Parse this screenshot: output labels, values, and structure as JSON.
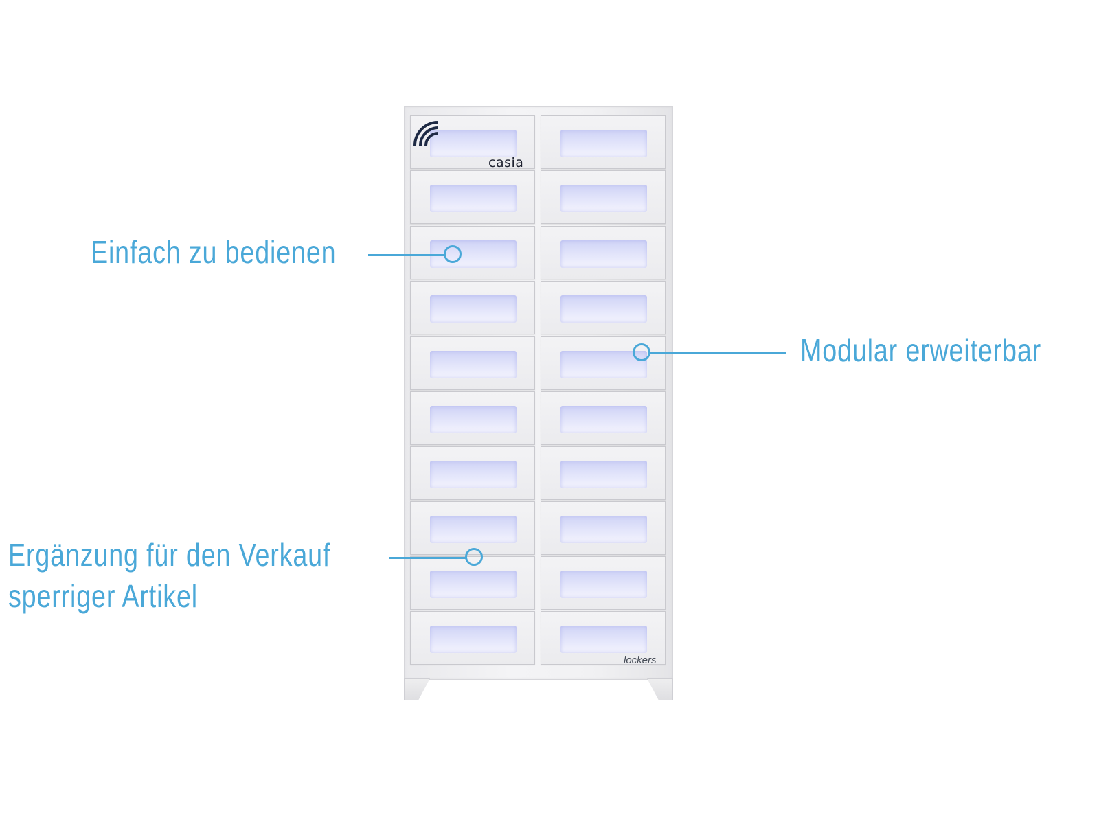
{
  "product": {
    "brand_name": "casia",
    "brand_sub": "lockers",
    "logo_icon": "nfc-wave-icon",
    "columns": 2,
    "rows": 10,
    "compartments": [
      {
        "id": "L1"
      },
      {
        "id": "L2"
      },
      {
        "id": "L3"
      },
      {
        "id": "L4"
      },
      {
        "id": "L5"
      },
      {
        "id": "L6"
      },
      {
        "id": "L7"
      },
      {
        "id": "L8"
      },
      {
        "id": "L9"
      },
      {
        "id": "L10"
      },
      {
        "id": "R1"
      },
      {
        "id": "R2"
      },
      {
        "id": "R3"
      },
      {
        "id": "R4"
      },
      {
        "id": "R5"
      },
      {
        "id": "R6"
      },
      {
        "id": "R7"
      },
      {
        "id": "R8"
      },
      {
        "id": "R9"
      },
      {
        "id": "R10"
      }
    ]
  },
  "annotations": [
    {
      "text": "Einfach zu bedienen"
    },
    {
      "text": "Modular erweiterbar"
    },
    {
      "line1": "Ergänzung für den Verkauf",
      "line2": "sperriger Artikel"
    }
  ],
  "colors": {
    "annotation": "#4aa8d8",
    "cabinet": "#f1f1f3",
    "window_glow": "#dcdffa",
    "brand_text": "#1e2230"
  }
}
